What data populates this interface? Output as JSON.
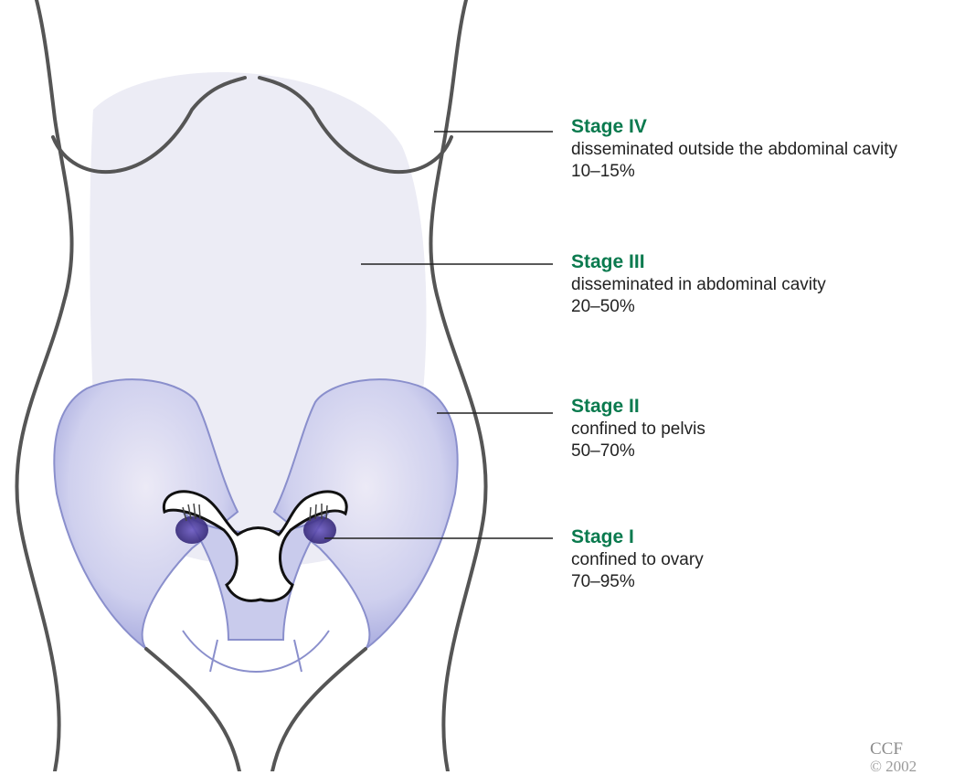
{
  "colors": {
    "stage_title": "#0a7a4e",
    "body_outline": "#555555",
    "abdomen_fill": "#e9e9f3",
    "pelvis_fill": "#c5c7ea",
    "pelvis_edge": "#7e84c6",
    "ovary_fill": "#4a3a9a",
    "leader_line": "#222222"
  },
  "stages": [
    {
      "id": "iv",
      "title": "Stage IV",
      "description": "disseminated outside the abdominal cavity",
      "survival": "10–15%"
    },
    {
      "id": "iii",
      "title": "Stage III",
      "description": "disseminated in abdominal cavity",
      "survival": "20–50%"
    },
    {
      "id": "ii",
      "title": "Stage II",
      "description": "confined to pelvis",
      "survival": "50–70%"
    },
    {
      "id": "i",
      "title": "Stage I",
      "description": "confined to ovary",
      "survival": "70–95%"
    }
  ],
  "credit": {
    "mark": "CCF",
    "year": "© 2002"
  }
}
